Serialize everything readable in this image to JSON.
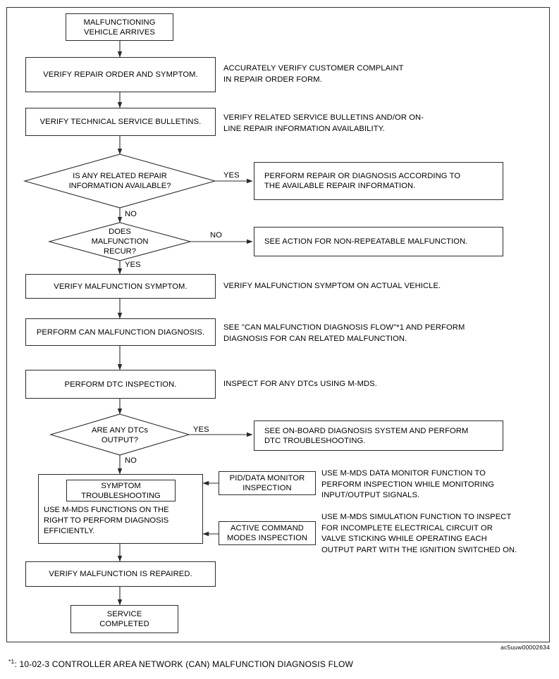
{
  "figure": {
    "code": "ac5uuw00002634",
    "footnote_marker": "*1",
    "footnote_text": ": 10-02-3 CONTROLLER AREA NETWORK (CAN) MALFUNCTION DIAGNOSIS FLOW"
  },
  "nodes": {
    "start": "MALFUNCTIONING\nVEHICLE ARRIVES",
    "verify_repair_order": "VERIFY REPAIR ORDER AND SYMPTOM.",
    "verify_tsb": "VERIFY TECHNICAL SERVICE BULLETINS.",
    "decision_repair_info": "IS ANY RELATED REPAIR\nINFORMATION AVAILABLE?",
    "perform_repair": "PERFORM REPAIR OR DIAGNOSIS ACCORDING TO\nTHE AVAILABLE REPAIR INFORMATION.",
    "decision_recur": "DOES\nMALFUNCTION\nRECUR?",
    "non_repeatable": "SEE ACTION FOR NON-REPEATABLE MALFUNCTION.",
    "verify_symptom": "VERIFY MALFUNCTION SYMPTOM.",
    "perform_can": "PERFORM CAN MALFUNCTION DIAGNOSIS.",
    "perform_dtc": "PERFORM DTC INSPECTION.",
    "decision_dtc": "ARE ANY DTCs\nOUTPUT?",
    "onboard_diag": "SEE ON-BOARD DIAGNOSIS SYSTEM AND PERFORM\nDTC TROUBLESHOOTING.",
    "symptom_ts_title": "SYMPTOM\nTROUBLESHOOTING",
    "symptom_ts_body": "USE M-MDS FUNCTIONS ON THE\nRIGHT TO PERFORM DIAGNOSIS\nEFFICIENTLY.",
    "pid_monitor": "PID/DATA MONITOR\nINSPECTION",
    "active_command": "ACTIVE COMMAND\nMODES INSPECTION",
    "verify_repaired": "VERIFY MALFUNCTION IS REPAIRED.",
    "service_completed": "SERVICE\nCOMPLETED"
  },
  "annotations": {
    "verify_repair_order": "ACCURATELY VERIFY CUSTOMER COMPLAINT\nIN REPAIR ORDER FORM.",
    "verify_tsb": "VERIFY RELATED SERVICE BULLETINS AND/OR ON-\nLINE REPAIR INFORMATION AVAILABILITY.",
    "verify_symptom": "VERIFY MALFUNCTION SYMPTOM ON ACTUAL VEHICLE.",
    "perform_can": "SEE \"CAN MALFUNCTION DIAGNOSIS FLOW\"*1 AND PERFORM\nDIAGNOSIS FOR CAN RELATED MALFUNCTION.",
    "perform_dtc": "INSPECT FOR ANY DTCs USING M-MDS.",
    "pid_monitor": "USE M-MDS DATA MONITOR FUNCTION TO\nPERFORM INSPECTION WHILE MONITORING\nINPUT/OUTPUT SIGNALS.",
    "active_command": "USE M-MDS SIMULATION FUNCTION TO INSPECT\nFOR INCOMPLETE ELECTRICAL CIRCUIT OR\nVALVE STICKING WHILE OPERATING EACH\nOUTPUT PART WITH THE IGNITION SWITCHED ON."
  },
  "edge_labels": {
    "repair_info_yes": "YES",
    "repair_info_no": "NO",
    "recur_no": "NO",
    "recur_yes": "YES",
    "dtc_yes": "YES",
    "dtc_no": "NO"
  },
  "colors": {
    "line": "#2b2b2b",
    "background": "#ffffff",
    "text": "#000000"
  }
}
